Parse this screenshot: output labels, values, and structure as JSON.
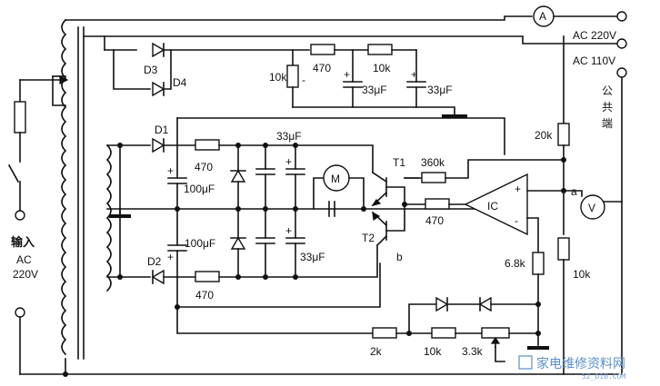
{
  "terminals": {
    "out_220": "AC 220V",
    "out_110": "AC 110V",
    "common": "公共端",
    "input_label": "输入",
    "input_ac": "AC",
    "input_v": "220V"
  },
  "meters": {
    "ammeter": "A",
    "voltmeter": "V",
    "motor": "M",
    "ic": "IC",
    "ic_plus": "+",
    "ic_minus": "-"
  },
  "components": {
    "D1": "D1",
    "D2": "D2",
    "D3": "D3",
    "D4": "D4",
    "T1": "T1",
    "T2": "T2",
    "node_a": "a",
    "node_b": "b",
    "r_470_top": "470",
    "r_10k_top": "10k",
    "r_10k_left": "10k",
    "c_33uF_top1": "33μF",
    "c_33uF_top2": "33μF",
    "r_20k": "20k",
    "c_33uF_mid": "33μF",
    "r_470_d1": "470",
    "c_100uF_1": "100μF",
    "c_100uF_2": "100μF",
    "r_470_d2": "470",
    "c_33uF_low": "33μF",
    "r_360k": "360k",
    "r_470_base": "470",
    "r_6_8k": "6.8k",
    "r_10k_right": "10k",
    "r_2k": "2k",
    "r_10k_bottom": "10k",
    "pot_3_3k": "3.3k",
    "pol_plus": "+",
    "pol_minus": "-"
  },
  "watermark": {
    "text": "家电维修资料网",
    "url": "52_D10.COM"
  }
}
